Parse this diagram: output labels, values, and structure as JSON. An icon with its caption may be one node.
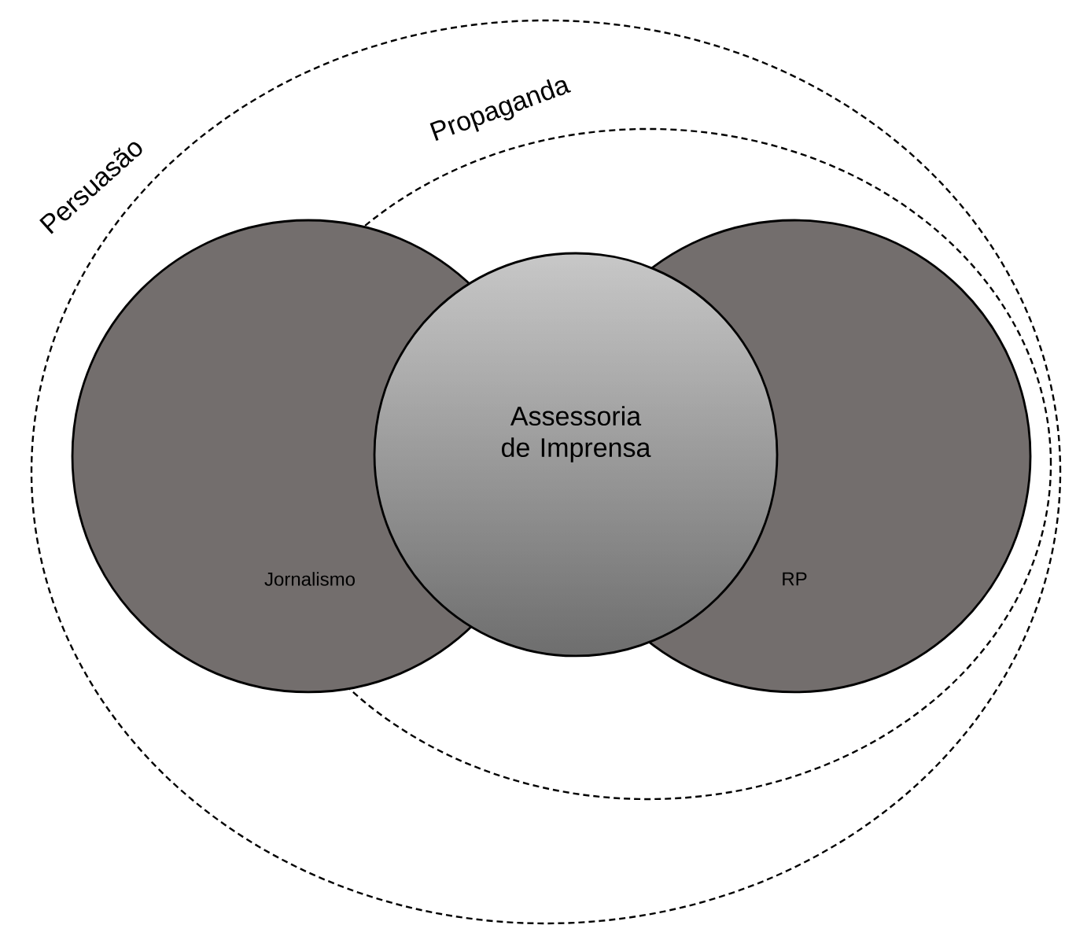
{
  "diagram": {
    "nodes": [
      {
        "text": [
          "Persuasão"
        ]
      },
      {
        "text": [
          "Propaganda"
        ],
        "in": 0
      },
      {
        "text": [
          "Jornalismo"
        ],
        "in": 0
      },
      {
        "text": [
          "Assessoria de Imprensa"
        ],
        "in": 1
      },
      {
        "text": [
          "RP"
        ],
        "in": 1
      }
    ]
  }
}
